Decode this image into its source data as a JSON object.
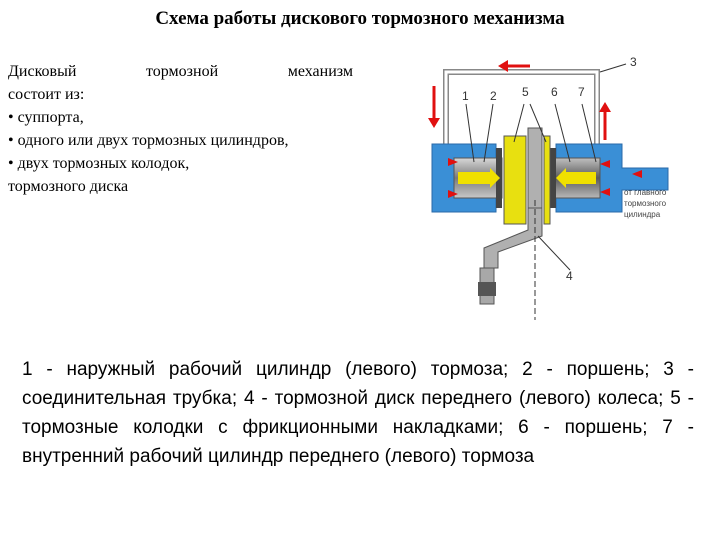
{
  "title": "Схема работы дискового тормозного механизма",
  "intro": {
    "line1_words": [
      "Дисковый",
      "тормозной",
      "механизм"
    ],
    "line2": "состоит из:",
    "items": [
      "• суппорта,",
      "• одного или двух тормозных цилиндров,",
      "• двух тормозных колодок,",
      "тормозного диска"
    ]
  },
  "diagram": {
    "labels": [
      "1",
      "2",
      "5",
      "6",
      "7",
      "3",
      "4"
    ],
    "note_lines": [
      "от главного",
      "тормозного",
      "цилиндра"
    ],
    "colors": {
      "caliper": "#3a8fd6",
      "piston": "#9a9a9a",
      "pad": "#e8e010",
      "arrow_yellow": "#f0e000",
      "arrow_red": "#e01010",
      "disc": "#b0b0b0"
    }
  },
  "legend": "1 - наружный рабочий цилиндр (левого) тормоза; 2 - поршень; 3 - соединительная трубка; 4 - тормозной диск переднего (левого) колеса; 5 - тормозные колодки с фрикционными накладками; 6 - поршень; 7 - внутренний рабочий цилиндр переднего (левого) тормоза"
}
